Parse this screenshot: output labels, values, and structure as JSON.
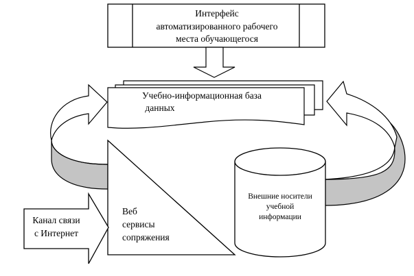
{
  "interface_box": {
    "line1": "Интерфейс",
    "line2": "автоматизированного рабочего",
    "line3": "места обучающегося"
  },
  "database_doc": {
    "line1": "Учебно-информационная база",
    "line2": "данных"
  },
  "web_services": {
    "line1": "Веб",
    "line2": "сервисы",
    "line3": "сопряжения"
  },
  "external_storage": {
    "line1": "Внешние носители",
    "line2": "учебной",
    "line3": "информации"
  },
  "internet_channel": {
    "line1": "Канал связи",
    "line2": "с Интернет"
  },
  "colors": {
    "stroke": "#000000",
    "fill": "#ffffff",
    "arrow_band": "#c4c4c4"
  }
}
